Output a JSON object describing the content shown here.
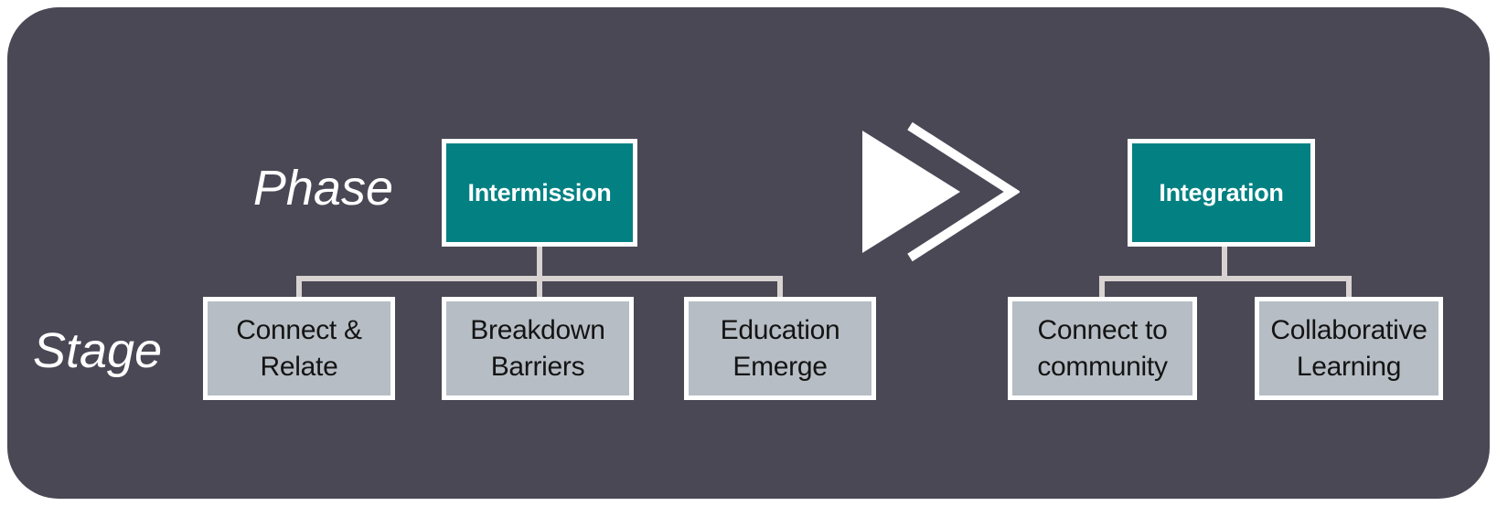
{
  "canvas": {
    "phase_row_label": "Phase",
    "stage_row_label": "Stage"
  },
  "colors": {
    "panel_background": "#4A4855",
    "page_background": "#FFFFFF",
    "phase_box_fill": "#028082",
    "stage_box_fill": "#B6BDC4",
    "box_border": "#FFFFFF",
    "connector_line": "#D8D3D1",
    "phase_box_text": "#FFFFFF",
    "stage_box_text": "#141414",
    "row_label_text": "#FFFFFF",
    "arrow": "#FFFFFF"
  },
  "icons": {
    "transition_arrow": "fast-forward-double-chevron-right"
  },
  "diagram": {
    "groups": [
      {
        "phase": "Intermission",
        "stages": [
          "Connect & Relate",
          "Breakdown Barriers",
          "Education Emerge"
        ]
      },
      {
        "phase": "Integration",
        "stages": [
          "Connect to community",
          "Collaborative Learning"
        ]
      }
    ]
  }
}
